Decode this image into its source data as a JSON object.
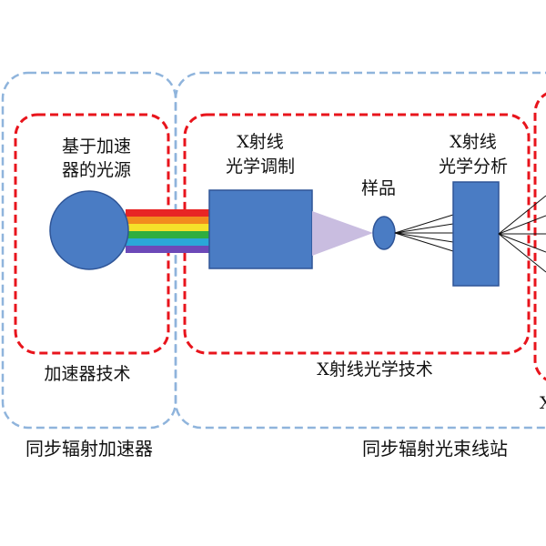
{
  "labels": {
    "accel_source_line1": "基于加速",
    "accel_source_line2": "器的光源",
    "xray_optics_mod_line1": "X射线",
    "xray_optics_mod_line2": "光学调制",
    "sample": "样品",
    "xray_optics_analysis_line1": "X射线",
    "xray_optics_analysis_line2": "光学分析",
    "accel_tech": "加速器技术",
    "xray_optics_tech": "X射线光学技术",
    "cut_off_char": "X",
    "sync_accelerator": "同步辐射加速器",
    "sync_beamline": "同步辐射光束线站"
  },
  "colors": {
    "outer_dash": "#8fb4dc",
    "inner_dash": "#e8141c",
    "block_fill": "#4a7cc4",
    "block_stroke": "#2f5597",
    "cone_fill": "#c9bde0"
  }
}
